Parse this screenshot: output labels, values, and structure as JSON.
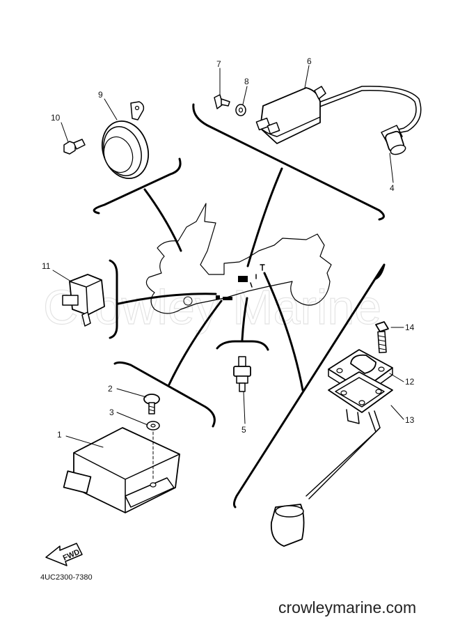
{
  "watermark": "Crowley Marine",
  "website": "crowleymarine.com",
  "diagram_code": "4UC2300-7380",
  "fwd_label": "FWD",
  "callouts": {
    "p1": "1",
    "p2": "2",
    "p3": "3",
    "p4": "4",
    "p5": "5",
    "p6": "6",
    "p7": "7",
    "p8": "8",
    "p9": "9",
    "p10": "10",
    "p11": "11",
    "p12": "12",
    "p13": "13",
    "p14": "14"
  }
}
